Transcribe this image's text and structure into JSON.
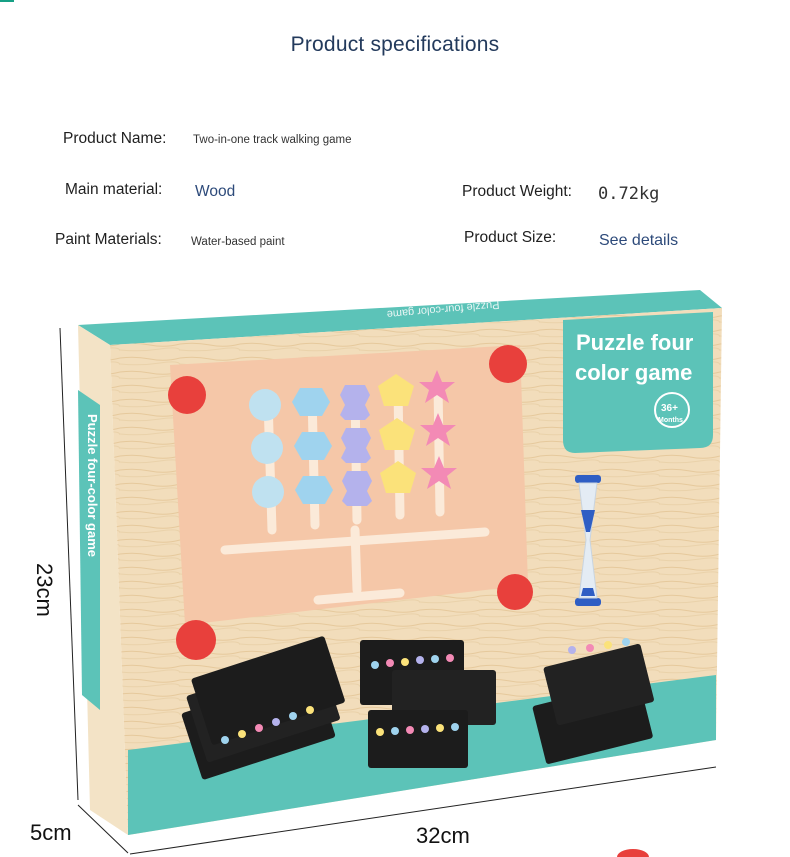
{
  "page": {
    "title": "Product specifications"
  },
  "specs": {
    "product_name_label": "Product Name:",
    "product_name_value": "Two-in-one track walking game",
    "main_material_label": "Main material:",
    "main_material_value": "Wood",
    "weight_label": "Product Weight:",
    "weight_value": "0.72kg",
    "paint_label": "Paint Materials:",
    "paint_value": "Water-based paint",
    "size_label": "Product Size:",
    "size_value": "See details"
  },
  "product_image": {
    "box_title_line1": "Puzzle four",
    "box_title_line2": "color game",
    "age_badge_number": "36+",
    "age_badge_unit": "Months",
    "side_text": "Puzzle four-color game",
    "top_text": "Puzzle four-color game",
    "dimensions": {
      "height": "23cm",
      "depth": "5cm",
      "width": "32cm"
    },
    "colors": {
      "box_teal": "#5cc3b8",
      "wood": "#f1dcb9",
      "board": "#f4c8aa",
      "red_peg": "#e8403c",
      "blue": "#a8d8f0",
      "lavender": "#b6b4ec",
      "yellow": "#fbe27a",
      "pink": "#f38ab5",
      "card": "#1c1c1c",
      "sand_timer_blue": "#2f5ec4"
    }
  }
}
